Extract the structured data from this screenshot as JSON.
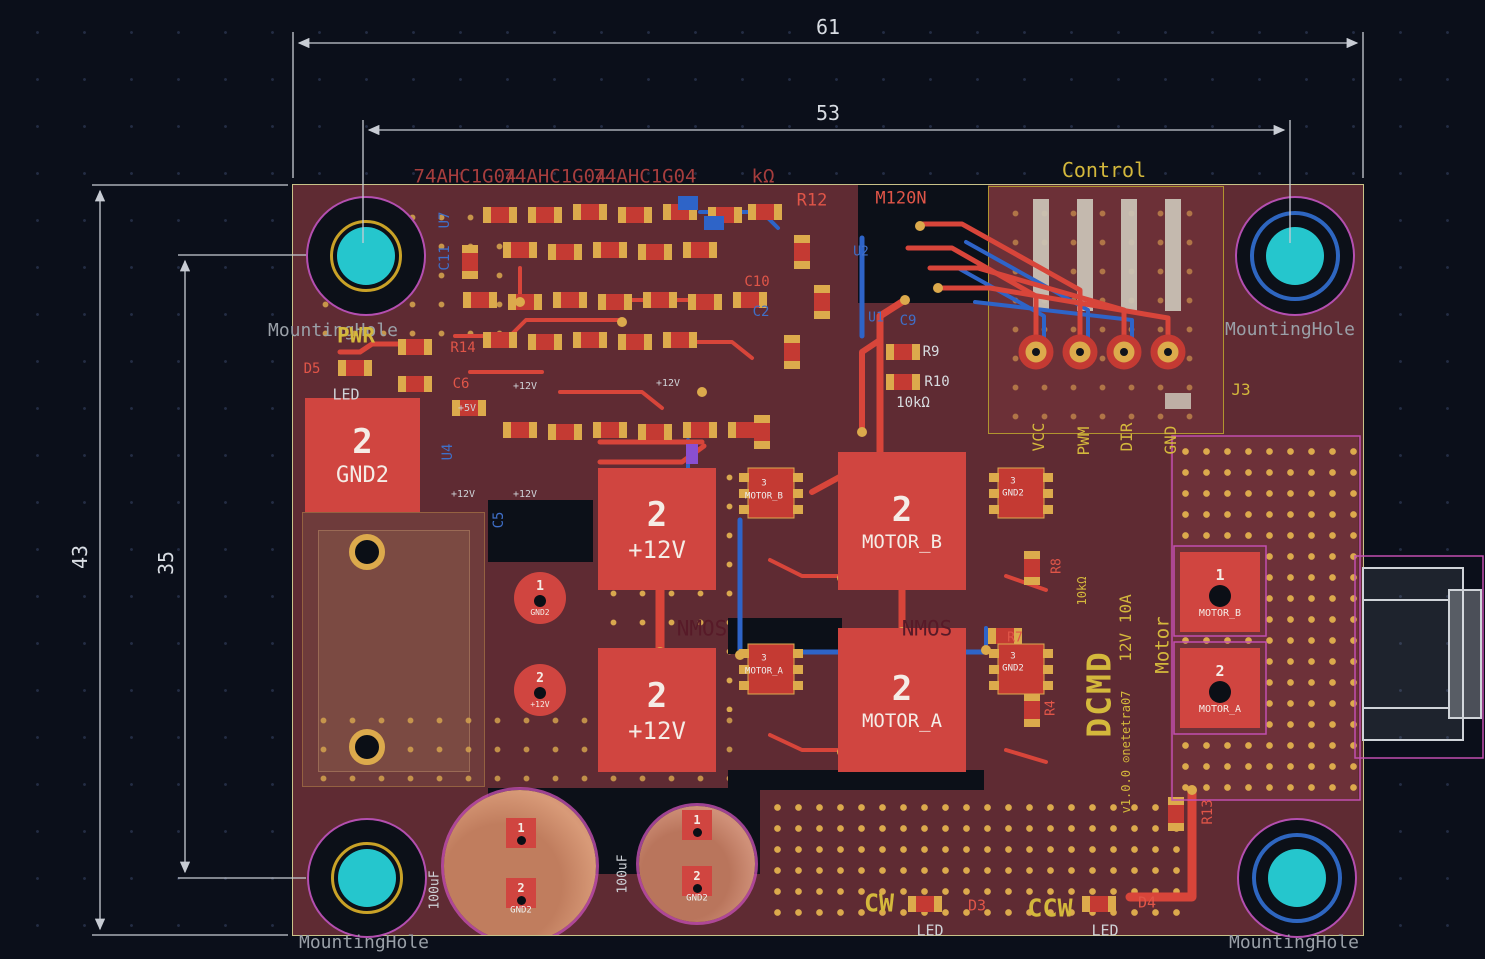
{
  "dimensions": {
    "outer_width": "61",
    "inner_width": "53",
    "outer_height": "43",
    "inner_height": "35"
  },
  "mounting": {
    "label": "MountingHole"
  },
  "control": {
    "title": "Control",
    "ref": "J3",
    "pin_vcc": "VCC",
    "pin_pwm": "PWM",
    "pin_dir": "DIR",
    "pin_gnd": "GND"
  },
  "branding": {
    "name": "DCMD",
    "rating": "12V 10A",
    "version": "v1.0.0 ⊙netetra07",
    "motor": "Motor"
  },
  "silkscreen": {
    "ic_gate": "74AHC1G04",
    "kohm": "kΩ",
    "mosfet_part": "M120N",
    "pwr": "PWR",
    "led": "LED",
    "nmos": "NMOS",
    "cw": "CW",
    "ccw": "CCW",
    "val_10k": "10kΩ",
    "val_100uF": "100uF",
    "plus12v": "+12V",
    "plus5v": "+5V"
  },
  "refs": {
    "r4": "R4",
    "r7": "R7",
    "r8": "R8",
    "r9": "R9",
    "r10": "R10",
    "r12": "R12",
    "r13": "R13",
    "r14": "R14",
    "c2": "C2",
    "c5": "C5",
    "c6": "C6",
    "c9": "C9",
    "c10": "C10",
    "c11": "C11",
    "d3": "D3",
    "d4": "D4",
    "d5": "D5",
    "u1": "U1",
    "u2": "U2",
    "u4": "U4",
    "u7": "U7"
  },
  "pads": {
    "gnd2_big": {
      "num": "2",
      "net": "GND2"
    },
    "p12v_top": {
      "num": "2",
      "net": "+12V"
    },
    "p12v_bot": {
      "num": "2",
      "net": "+12V"
    },
    "motor_b_big": {
      "num": "2",
      "net": "MOTOR_B"
    },
    "motor_a_big": {
      "num": "2",
      "net": "MOTOR_A"
    },
    "gnd2_round": {
      "num": "1",
      "net": "GND2"
    },
    "p12v_round": {
      "num": "2",
      "net": "+12V"
    },
    "motor_b_th": {
      "num": "1",
      "net": "MOTOR_B"
    },
    "motor_a_th": {
      "num": "2",
      "net": "MOTOR_A"
    },
    "pin3_motor_b": {
      "num": "3",
      "net": "MOTOR_B"
    },
    "pin3_motor_a": {
      "num": "3",
      "net": "MOTOR_A"
    },
    "pin3_gnd2": {
      "num": "3",
      "net": "GND2"
    },
    "cap_pin1": {
      "num": "1"
    },
    "cap_pin2": {
      "num": "2",
      "net": "GND2"
    }
  },
  "colors": {
    "copper_front": "#d04540",
    "copper_back": "#2e64c8",
    "via_gold": "#dcaa4c",
    "hole_plating": "#25c6cd",
    "silkscreen_yellow": "#d4b83c",
    "reference_red": "#e05548",
    "courtyard_magenta": "#b44fb0",
    "background": "#0b0f1a"
  }
}
